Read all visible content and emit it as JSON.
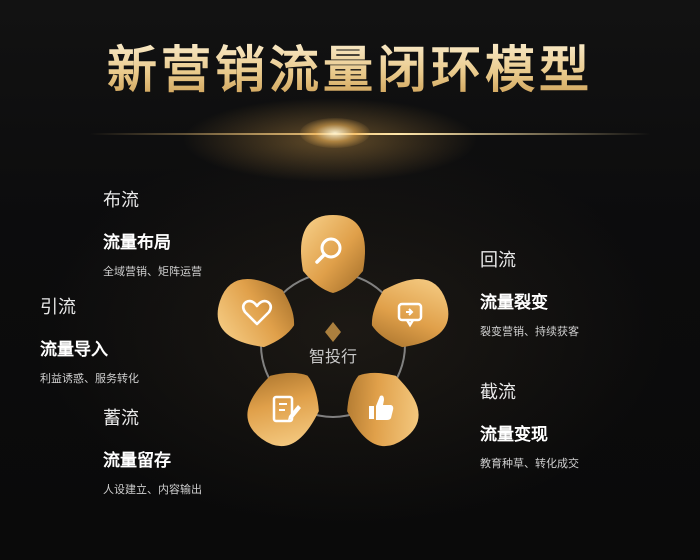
{
  "title": "新营销流量闭环模型",
  "center": {
    "label": "智投行"
  },
  "blocks": {
    "buliu": {
      "category": "布流",
      "subtitle": "流量布局",
      "desc": "全域营销、矩阵运营"
    },
    "yinliu": {
      "category": "引流",
      "subtitle": "流量导入",
      "desc": "利益诱惑、服务转化"
    },
    "xuliu": {
      "category": "蓄流",
      "subtitle": "流量留存",
      "desc": "人设建立、内容输出"
    },
    "huiliu": {
      "category": "回流",
      "subtitle": "流量裂变",
      "desc": "裂变营销、持续获客"
    },
    "jieliu": {
      "category": "截流",
      "subtitle": "流量变现",
      "desc": "教育种草、转化成交"
    }
  },
  "petals": [
    {
      "icon": "search-icon"
    },
    {
      "icon": "chat-icon"
    },
    {
      "icon": "thumbs-up-icon"
    },
    {
      "icon": "edit-icon"
    },
    {
      "icon": "heart-icon"
    }
  ],
  "colors": {
    "gold": "#e1a550",
    "gold_light": "#f6cd83",
    "gold_dark": "#9a6a28",
    "ring": "#9c9c9c"
  }
}
